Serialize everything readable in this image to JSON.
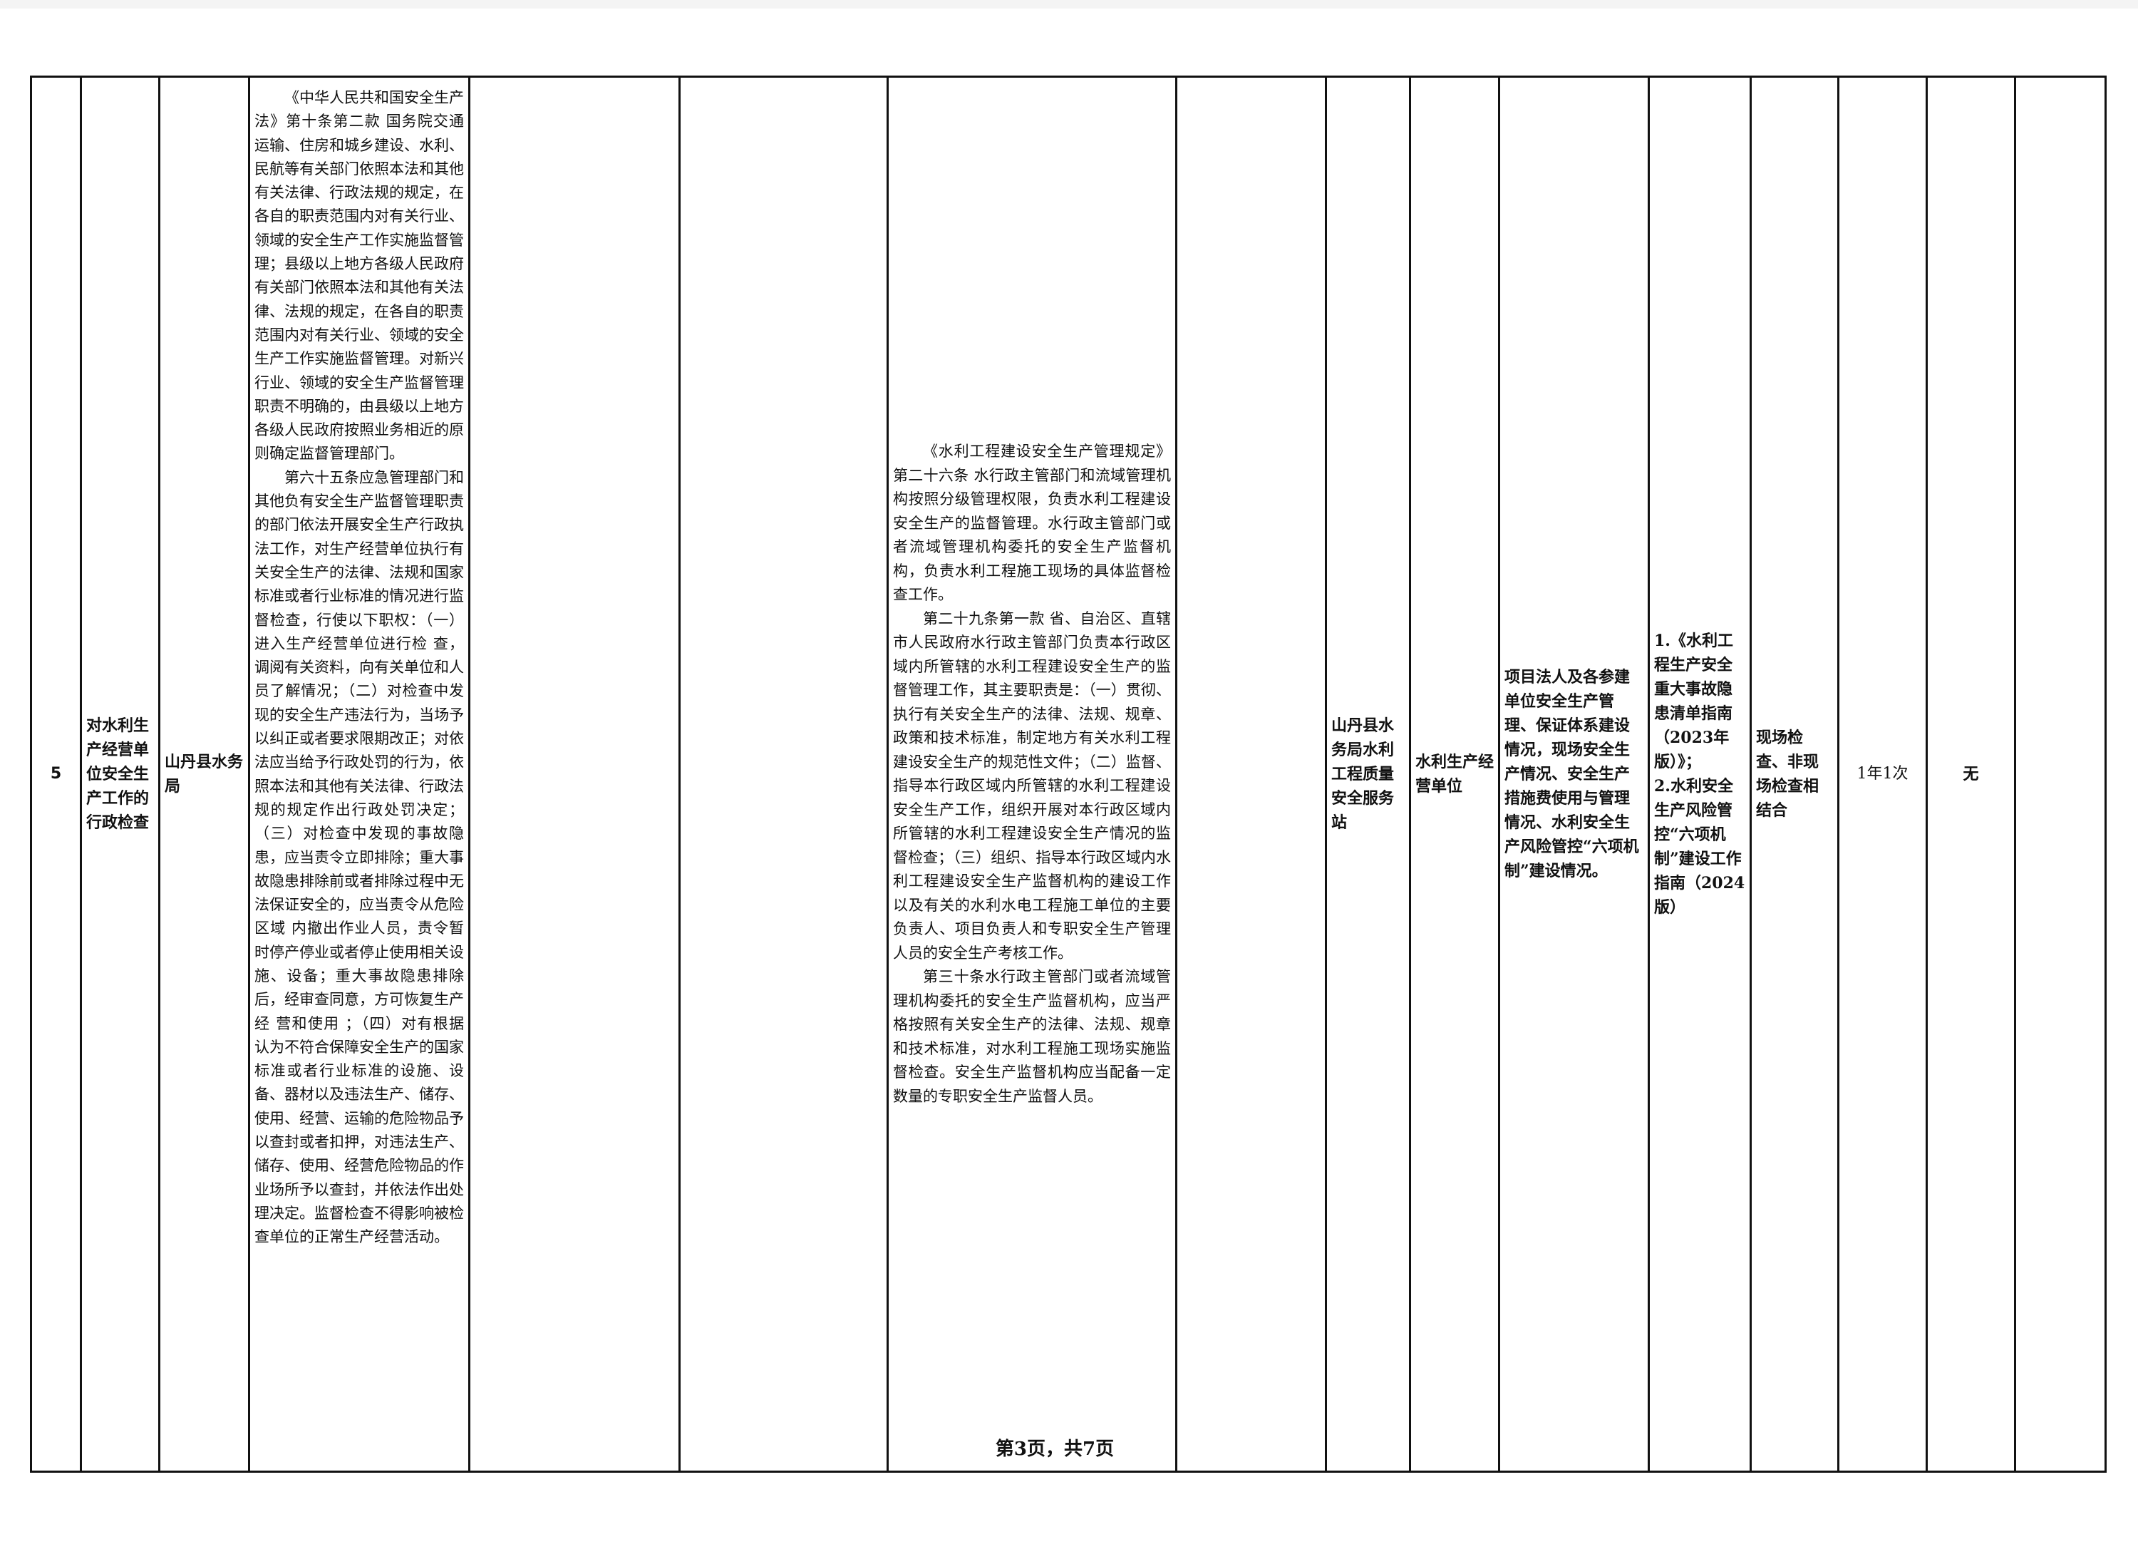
{
  "row": {
    "number": "5",
    "item_name": "对水利生产经营单位安全生产工作的行政检查",
    "department": "山丹县水务局",
    "law_basis": [
      "《中华人民共和国安全生产法》第十条第二款 国务院交通运输、住房和城乡建设、水利、民航等有关部门依照本法和其他有关法律、行政法规的规定，在各自的职责范围内对有关行业、领域的安全生产工作实施监督管理；县级以上地方各级人民政府有关部门依照本法和其他有关法律、法规的规定，在各自的职责范围内对有关行业、领域的安全生产工作实施监督管理。对新兴行业、领域的安全生产监督管理职责不明确的，由县级以上地方各级人民政府按照业务相近的原则确定监督管理部门。",
      "第六十五条应急管理部门和其他负有安全生产监督管理职责的部门依法开展安全生产行政执法工作，对生产经营单位执行有关安全生产的法律、法规和国家标准或者行业标准的情况进行监督检查，行使以下职权：（一）进入生产经营单位进行检 查，调阅有关资料，向有关单位和人员了解情况；（二）对检查中发现的安全生产违法行为，当场予以纠正或者要求限期改正；对依法应当给予行政处罚的行为，依照本法和其他有关法律、行政法规的规定作出行政处罚决定；（三）对检查中发现的事故隐患，应当责令立即排除；重大事故隐患排除前或者排除过程中无法保证安全的，应当责令从危险区域 内撤出作业人员，责令暂时停产停业或者停止使用相关设施、设备；重大事故隐患排除后，经审查同意，方可恢复生产经 营和使用 ；（四）对有根据认为不符合保障安全生产的国家标准或者行业标准的设施、设备、器材以及违法生产、储存、使用、经营、运输的危险物品予以查封或者扣押，对违法生产、储存、使用、经营危险物品的作业场所予以查封，并依法作出处理决定。监督检查不得影响被检查单位的正常生产经营活动。"
    ],
    "col5": "",
    "col6": "",
    "regulation_basis": [
      "《水利工程建设安全生产管理规定》第二十六条 水行政主管部门和流域管理机构按照分级管理权限，负责水利工程建设安全生产的监督管理。水行政主管部门或者流域管理机构委托的安全生产监督机构，负责水利工程施工现场的具体监督检查工作。",
      "第二十九条第一款 省、自治区、直辖市人民政府水行政主管部门负责本行政区域内所管辖的水利工程建设安全生产的监督管理工作，其主要职责是：（一）贯彻、执行有关安全生产的法律、法规、规章、政策和技术标准，制定地方有关水利工程建设安全生产的规范性文件；（二）监督、指导本行政区域内所管辖的水利工程建设安全生产工作，组织开展对本行政区域内所管辖的水利工程建设安全生产情况的监督检查；（三）组织、指导本行政区域内水利工程建设安全生产监督机构的建设工作以及有关的水利水电工程施工单位的主要负责人、项目负责人和专职安全生产管理人员的安全生产考核工作。",
      "第三十条水行政主管部门或者流域管理机构委托的安全生产监督机构，应当严格按照有关安全生产的法律、法规、规章和技术标准，对水利工程施工现场实施监督检查。安全生产监督机构应当配备一定数量的专职安全生产监督人员。"
    ],
    "col8": "",
    "implementer": "山丹县水务局水利工程质量安全服务站",
    "inspected_object": "水利生产经营单位",
    "inspection_content": "项目法人及各参建单位安全生产管理、保证体系建设情况，现场安全生产情况、安全生产措施费使用与管理情况、水利安全生产风险管控“六项机制”建设情况。",
    "inspection_standard": "1.《水利工程生产安全重大事故隐患清单指南（2023年版）》；\n2.水利安全生产风险管控“六项机制”建设工作指南（2024版）",
    "method": "现场检查、非现场检查相结合",
    "frequency": "1年1次",
    "remark": "无",
    "col16": ""
  },
  "footer": {
    "page_label": "第3页，共7页"
  }
}
